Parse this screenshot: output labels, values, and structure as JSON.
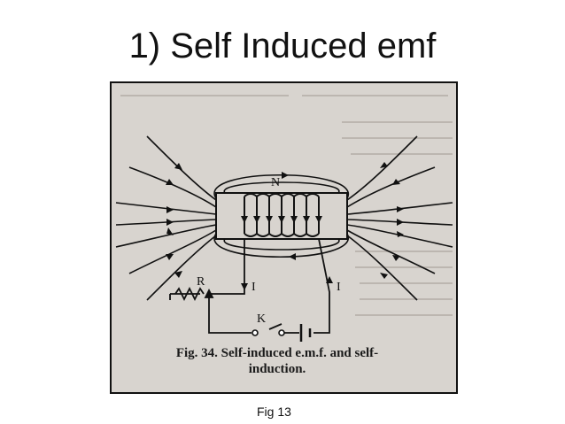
{
  "slide": {
    "title": "1) Self Induced emf",
    "figure_ref": "Fig 13"
  },
  "figure": {
    "caption_line1": "Fig. 34. Self-induced e.m.f. and self-",
    "caption_line2": "induction.",
    "labels": {
      "pole": "N",
      "resistor": "R",
      "current_left": "I",
      "current_right": "I",
      "key": "K"
    }
  }
}
